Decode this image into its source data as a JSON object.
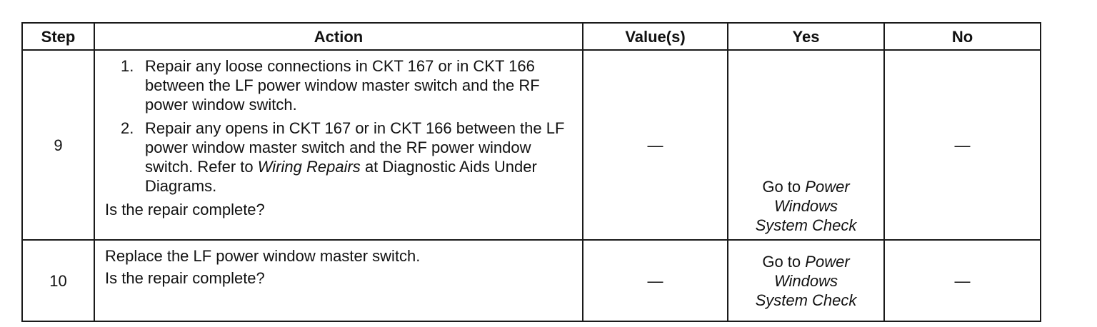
{
  "table": {
    "headers": {
      "step": "Step",
      "action": "Action",
      "values": "Value(s)",
      "yes": "Yes",
      "no": "No"
    },
    "rows": [
      {
        "step": "9",
        "action_items": [
          {
            "num": "1.",
            "text": "Repair any loose connections in CKT 167 or in CKT 166 between the LF power window master switch and the RF power window switch."
          },
          {
            "num": "2.",
            "text_before": "Repair any opens in CKT 167 or in CKT 166 between the LF power window master switch and the RF power window switch. Refer to",
            "text_italic": "Wiring Repairs",
            "text_after": "at Diagnostic Aids Under Diagrams."
          }
        ],
        "question": "Is the repair complete?",
        "values": "—",
        "yes": {
          "prefix": "Go to",
          "line1_italic": "Power",
          "line2_italic": "Windows",
          "line3_italic": "System Check"
        },
        "no": "—"
      },
      {
        "step": "10",
        "action_text": "Replace the LF power window master switch.",
        "question": "Is the repair complete?",
        "values": "—",
        "yes": {
          "prefix": "Go to",
          "line1_italic": "Power",
          "line2_italic": "Windows",
          "line3_italic": "System Check"
        },
        "no": "—"
      }
    ]
  }
}
